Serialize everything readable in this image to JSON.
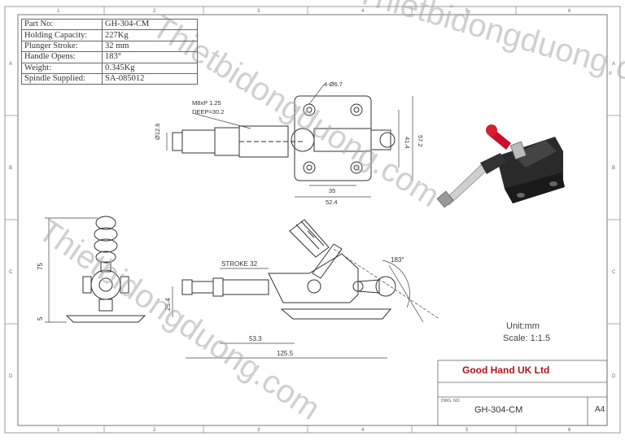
{
  "specs": [
    {
      "label": "Part No:",
      "value": "GH-304-CM"
    },
    {
      "label": "Holding Capacity:",
      "value": "227Kg"
    },
    {
      "label": "Plunger Stroke:",
      "value": "32 mm"
    },
    {
      "label": "Handle Opens:",
      "value": "183°"
    },
    {
      "label": "Weight:",
      "value": "0.345Kg"
    },
    {
      "label": "Spindle Supplied:",
      "value": "SA-085012"
    }
  ],
  "title_block": {
    "company": "Good Hand UK Ltd",
    "dwg_no_label": "DWG. NO.",
    "dwg_no": "GH-304-CM",
    "size": "A4"
  },
  "notes": {
    "unit": "Unit:mm",
    "scale": "Scale: 1:1.5"
  },
  "top_view": {
    "thread": "M8xP 1.25",
    "deep": "DEEP=30.2",
    "holes": "4-Ø6.7",
    "dia": "Ø12.6",
    "h1": "41.4",
    "h2": "57.2",
    "w1": "35",
    "w2": "52.4"
  },
  "side_view": {
    "stroke": "STROKE 32",
    "angle": "183°",
    "height": "25.4",
    "len1": "53.3",
    "len2": "125.5"
  },
  "end_view": {
    "height": "75",
    "base": "5"
  },
  "border": {
    "cols": [
      "1",
      "2",
      "3",
      "4",
      "5",
      "6"
    ],
    "rows": [
      "A",
      "B",
      "C",
      "D"
    ]
  },
  "watermarks": [
    "Thietbidongduong.com",
    "Thietbidongduong.com",
    "Thietbidongduong.com"
  ],
  "colors": {
    "handle_grip": "#c8102e",
    "body": "#2a2a2a",
    "company_text": "#b5121b"
  }
}
